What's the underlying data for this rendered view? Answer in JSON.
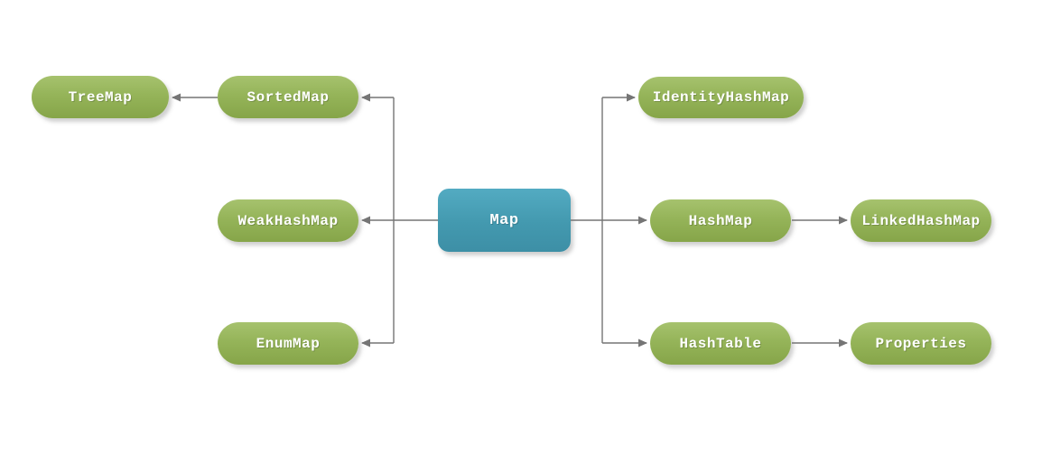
{
  "diagram": {
    "background_color": "#ffffff",
    "connector_color": "#757575",
    "node_text_color": "#ffffff",
    "center_node_gradient": {
      "top": "#53abc2",
      "bottom": "#3d8fa6"
    },
    "child_node_gradient": {
      "top": "#a6c26e",
      "bottom": "#86a549"
    },
    "nodes": {
      "map": "Map",
      "treemap": "TreeMap",
      "sortedmap": "SortedMap",
      "weakhashmap": "WeakHashMap",
      "enummap": "EnumMap",
      "identityhashmap": "IdentityHashMap",
      "hashmap": "HashMap",
      "linkedhashmap": "LinkedHashMap",
      "hashtable": "HashTable",
      "properties": "Properties"
    },
    "edges": [
      {
        "from": "Map",
        "to": "SortedMap"
      },
      {
        "from": "SortedMap",
        "to": "TreeMap"
      },
      {
        "from": "Map",
        "to": "WeakHashMap"
      },
      {
        "from": "Map",
        "to": "EnumMap"
      },
      {
        "from": "Map",
        "to": "IdentityHashMap"
      },
      {
        "from": "Map",
        "to": "HashMap"
      },
      {
        "from": "HashMap",
        "to": "LinkedHashMap"
      },
      {
        "from": "Map",
        "to": "HashTable"
      },
      {
        "from": "HashTable",
        "to": "Properties"
      }
    ]
  }
}
